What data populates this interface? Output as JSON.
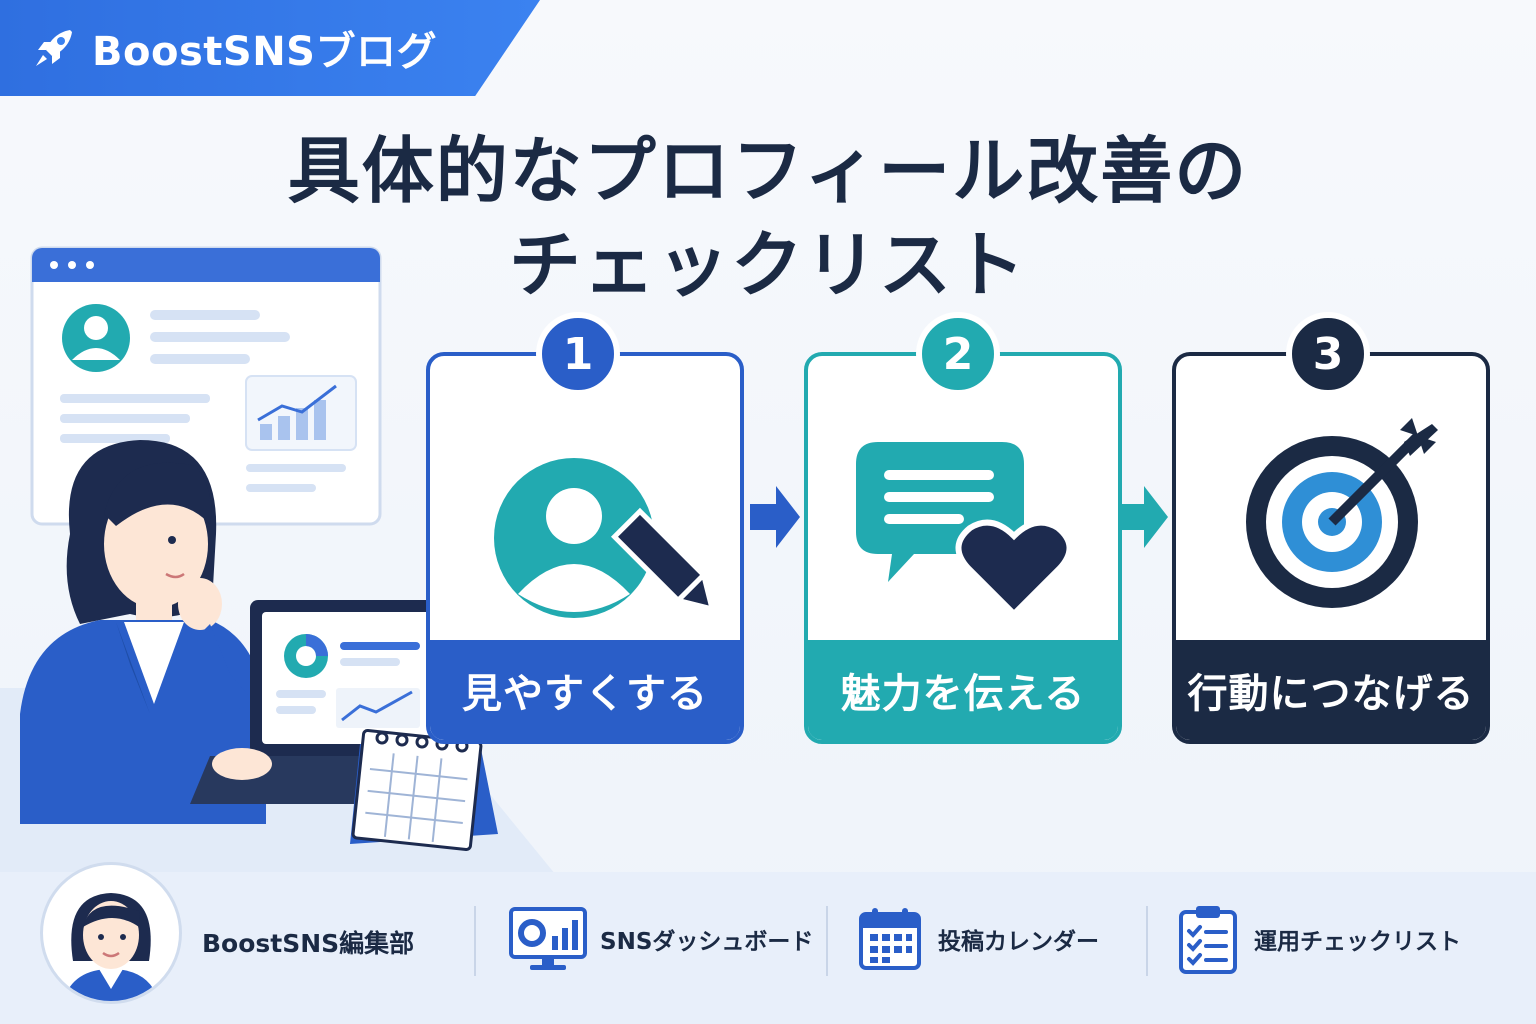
{
  "brand": {
    "name": "BoostSNSブログ",
    "icon": "rocket-icon"
  },
  "title": {
    "line1": "具体的なプロフィール改善の",
    "line2": "チェックリスト"
  },
  "steps": [
    {
      "number": "1",
      "label": "見やすくする",
      "icon": "profile-edit-icon",
      "color": "#2a5ec8"
    },
    {
      "number": "2",
      "label": "魅力を伝える",
      "icon": "chat-heart-icon",
      "color": "#22aab0"
    },
    {
      "number": "3",
      "label": "行動につなげる",
      "icon": "target-arrow-icon",
      "color": "#1b2a44"
    }
  ],
  "footer": {
    "author": "BoostSNS編集部",
    "items": [
      {
        "label": "SNSダッシュボード",
        "icon": "dashboard-icon"
      },
      {
        "label": "投稿カレンダー",
        "icon": "calendar-icon"
      },
      {
        "label": "運用チェックリスト",
        "icon": "checklist-icon"
      }
    ]
  },
  "colors": {
    "blue": "#2f6fe0",
    "teal": "#22aab0",
    "navy": "#1b2a44"
  }
}
